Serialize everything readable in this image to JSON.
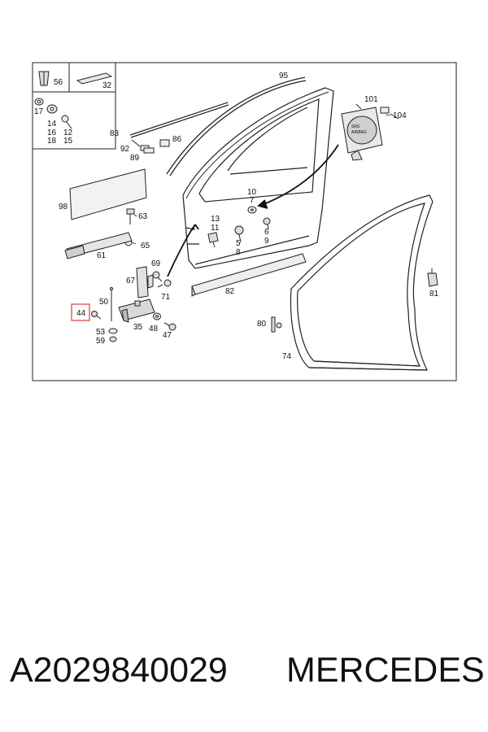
{
  "highlight_color": "#e04b4b",
  "part_labels": {
    "p56": "56",
    "p32": "32",
    "p17": "17",
    "p14": "14",
    "p16": "16",
    "p18": "18",
    "p12": "12",
    "p15": "15",
    "p95": "95",
    "p101": "101",
    "p104": "104",
    "p83": "83",
    "p86": "86",
    "p92": "92",
    "p89": "89",
    "p98": "98",
    "p63": "63",
    "p65": "65",
    "p61": "61",
    "p10": "10",
    "p7": "7",
    "p13": "13",
    "p11": "11",
    "p5": "5",
    "p8": "8",
    "p6": "6",
    "p9": "9",
    "p69": "69",
    "p67": "67",
    "p71": "71",
    "p82": "82",
    "p50": "50",
    "p44": "44",
    "p53": "53",
    "p59": "59",
    "p35": "35",
    "p48": "48",
    "p47": "47",
    "p80": "80",
    "p74": "74",
    "p81": "81"
  },
  "airbag_label": {
    "line1": "SRS",
    "line2": "AIRBAG"
  },
  "caption": {
    "part_number": "A2029840029",
    "brand": "MERCEDES"
  }
}
